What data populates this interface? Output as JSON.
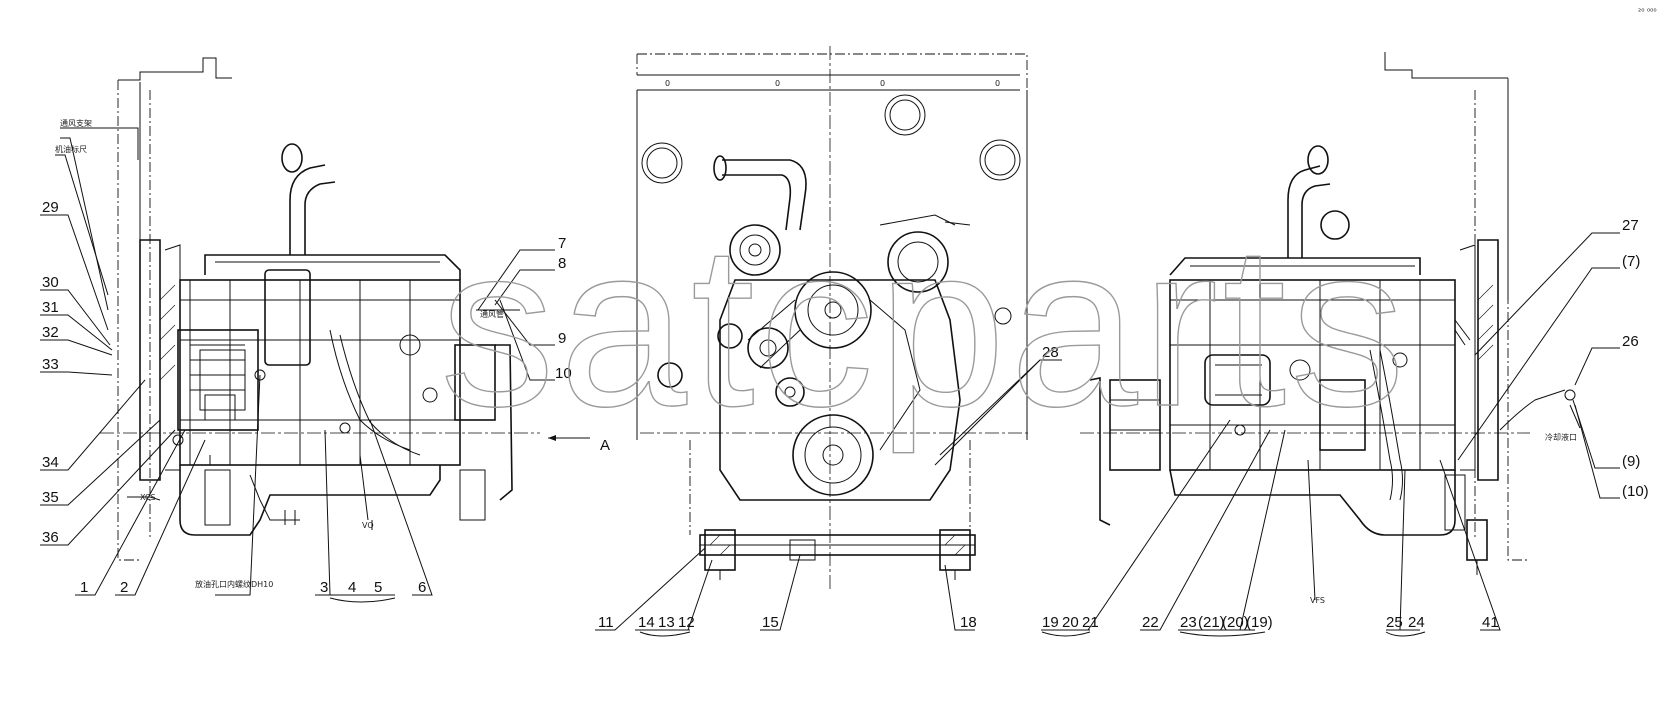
{
  "page": {
    "corner_mark": "²⁰ ⁰⁰⁰",
    "watermark": "satcparts"
  },
  "view_left": {
    "annotations": {
      "top1": "通风支架",
      "top2": "机油标尺",
      "mid": "VO",
      "bottom": "放油孔口内螺纹DH10",
      "side": "XCS",
      "pipe": "通风管"
    },
    "callouts": [
      "29",
      "30",
      "31",
      "32",
      "33",
      "34",
      "35",
      "36",
      "1",
      "2",
      "3",
      "4",
      "5",
      "6",
      "7",
      "8",
      "9",
      "10"
    ]
  },
  "view_center": {
    "arrow_label": "A",
    "callouts": [
      "11",
      "14",
      "13",
      "12",
      "15",
      "18",
      "28"
    ]
  },
  "view_right": {
    "annotations": {
      "mid": "VFS",
      "side": "冷却液口"
    },
    "callouts": [
      "27",
      "(7)",
      "26",
      "(9)",
      "(10)",
      "19",
      "20",
      "21",
      "22",
      "23",
      "(21)",
      "(20)",
      "(19)",
      "25",
      "24",
      "41"
    ]
  }
}
